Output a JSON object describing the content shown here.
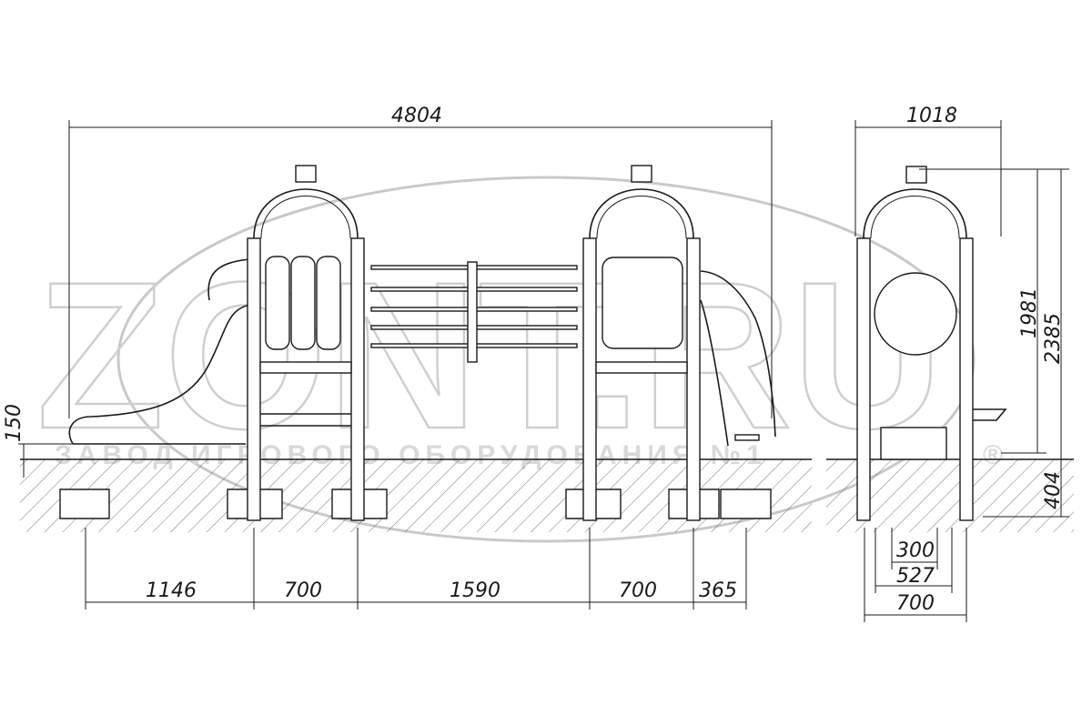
{
  "watermark": {
    "brand": "ZONT.RU",
    "subtitle": "ЗАВОД ИГРОВОГО ОБОРУДОВАНИЯ №1",
    "reg": "®"
  },
  "dimensions": {
    "overall_length": "4804",
    "overall_depth": "1018",
    "platform_height": "150",
    "height_1981": "1981",
    "height_2385": "2385",
    "foundation_depth": "404",
    "spacings": [
      "1146",
      "700",
      "1590",
      "700",
      "365"
    ],
    "side_300": "300",
    "side_527": "527",
    "side_700": "700"
  },
  "colors": {
    "line": "#1a1a1a",
    "watermark": "#c9c9c9"
  }
}
